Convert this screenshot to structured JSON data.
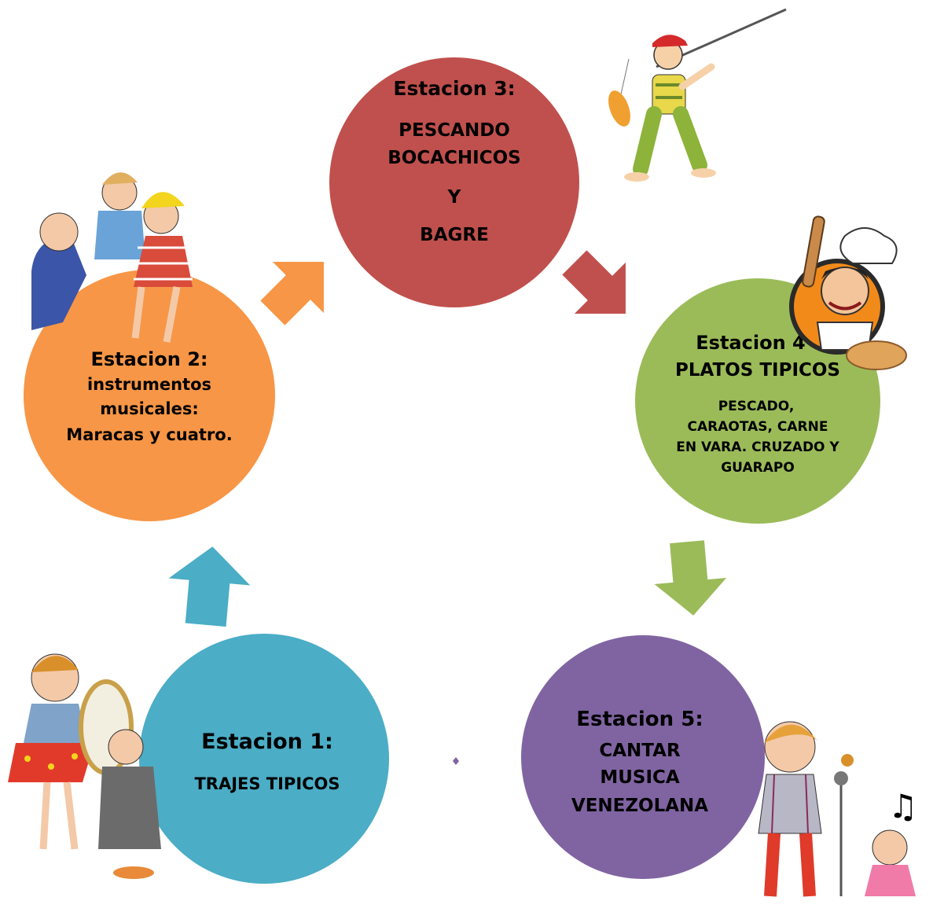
{
  "colors": {
    "station1": "#4badc6",
    "station2": "#f79646",
    "station3": "#c0504d",
    "station4": "#9bbb59",
    "station5": "#8064a2",
    "background": "#ffffff"
  },
  "stations": [
    {
      "id": "station-1",
      "title": "Estacion 1:",
      "lines": [
        "TRAJES TIPICOS"
      ],
      "details": [],
      "illustration": "kids-dressing-up-illustration"
    },
    {
      "id": "station-2",
      "title": "Estacion 2:",
      "lines": [
        "instrumentos",
        "musicales:",
        "Maracas y cuatro."
      ],
      "details": [],
      "illustration": "children-playing-instruments-illustration"
    },
    {
      "id": "station-3",
      "title": "Estacion 3:",
      "lines": [
        "PESCANDO",
        "BOCACHICOS",
        "Y",
        "BAGRE"
      ],
      "details": [],
      "illustration": "boy-fishing-illustration"
    },
    {
      "id": "station-4",
      "title": "Estacion 4",
      "lines": [
        "PLATOS TIPICOS"
      ],
      "details": [
        "PESCADO,",
        "CARAOTAS, CARNE",
        "EN VARA. CRUZADO Y",
        "GUARAPO"
      ],
      "illustration": "chef-illustration"
    },
    {
      "id": "station-5",
      "title": "Estacion 5:",
      "lines": [
        "CANTAR",
        "MUSICA",
        "VENEZOLANA"
      ],
      "details": [],
      "illustration": "kids-singing-illustration"
    }
  ],
  "arrows": [
    {
      "id": "arrow-1-to-2",
      "color_key": "station1"
    },
    {
      "id": "arrow-2-to-3",
      "color_key": "station2"
    },
    {
      "id": "arrow-3-to-4",
      "color_key": "station3"
    },
    {
      "id": "arrow-4-to-5",
      "color_key": "station4"
    }
  ]
}
